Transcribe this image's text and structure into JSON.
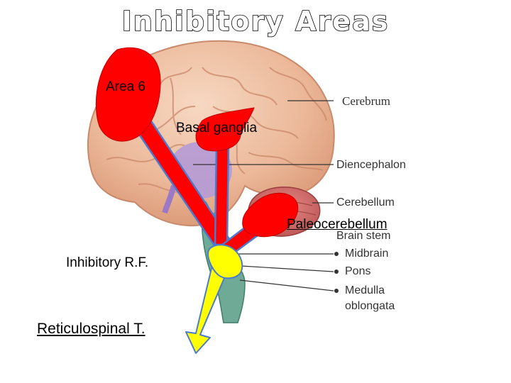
{
  "title": "Inhibitory Areas",
  "labels": {
    "area6": "Area 6",
    "basal_ganglia": "Basal ganglia",
    "paleocerebellum": "Paleocerebellum",
    "inhibitory_rf": "Inhibitory R.F.",
    "reticulospinal": "Reticulospinal T."
  },
  "anatomy": {
    "cerebrum": "Cerebrum",
    "diencephalon": "Diencephalon",
    "cerebellum": "Cerebellum",
    "brain_stem": "Brain stem",
    "midbrain": "Midbrain",
    "pons": "Pons",
    "medulla": "Medulla",
    "oblongata": "oblongata"
  },
  "colors": {
    "area_red": "#ff0000",
    "reticular_yellow": "#ffff00",
    "arrow_outline": "#4a7bd0"
  }
}
